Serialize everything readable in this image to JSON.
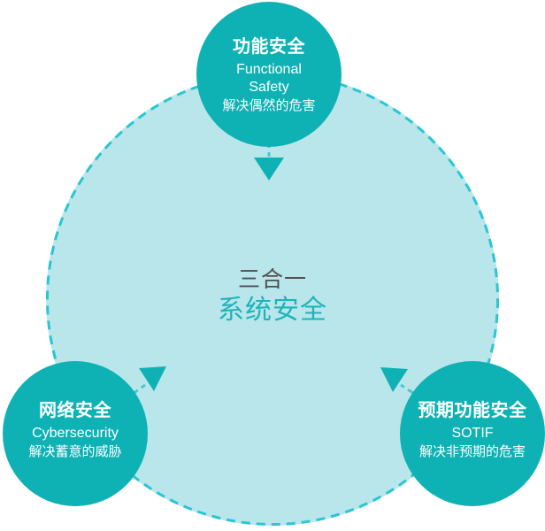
{
  "diagram": {
    "type": "three-in-one-system-safety",
    "center": {
      "line1": "三合一",
      "line2": "系统安全"
    },
    "nodes": [
      {
        "id": "functional-safety",
        "title": "功能安全",
        "english_lines": [
          "Functional",
          "Safety"
        ],
        "description": "解决偶然的危害",
        "position": "top"
      },
      {
        "id": "cybersecurity",
        "title": "网络安全",
        "english_lines": [
          "Cybersecurity"
        ],
        "description": "解决蓄意的威胁",
        "position": "bottom-left"
      },
      {
        "id": "sotif",
        "title": "预期功能安全",
        "english_lines": [
          "SOTIF"
        ],
        "description": "解决非预期的危害",
        "position": "bottom-right"
      }
    ],
    "colors": {
      "node_circle_teal": "#0EB2B4",
      "big_circle_fill": "#B9E6EA",
      "dashed_ring": "#29C6D3",
      "arrow_solid": "#0EB2B4",
      "arrow_dash": "#49C7CE",
      "center_line1_gray": "#4F4F4F",
      "center_line2_teal": "#1FB3BA",
      "node_text": "#FFFFFF"
    }
  }
}
